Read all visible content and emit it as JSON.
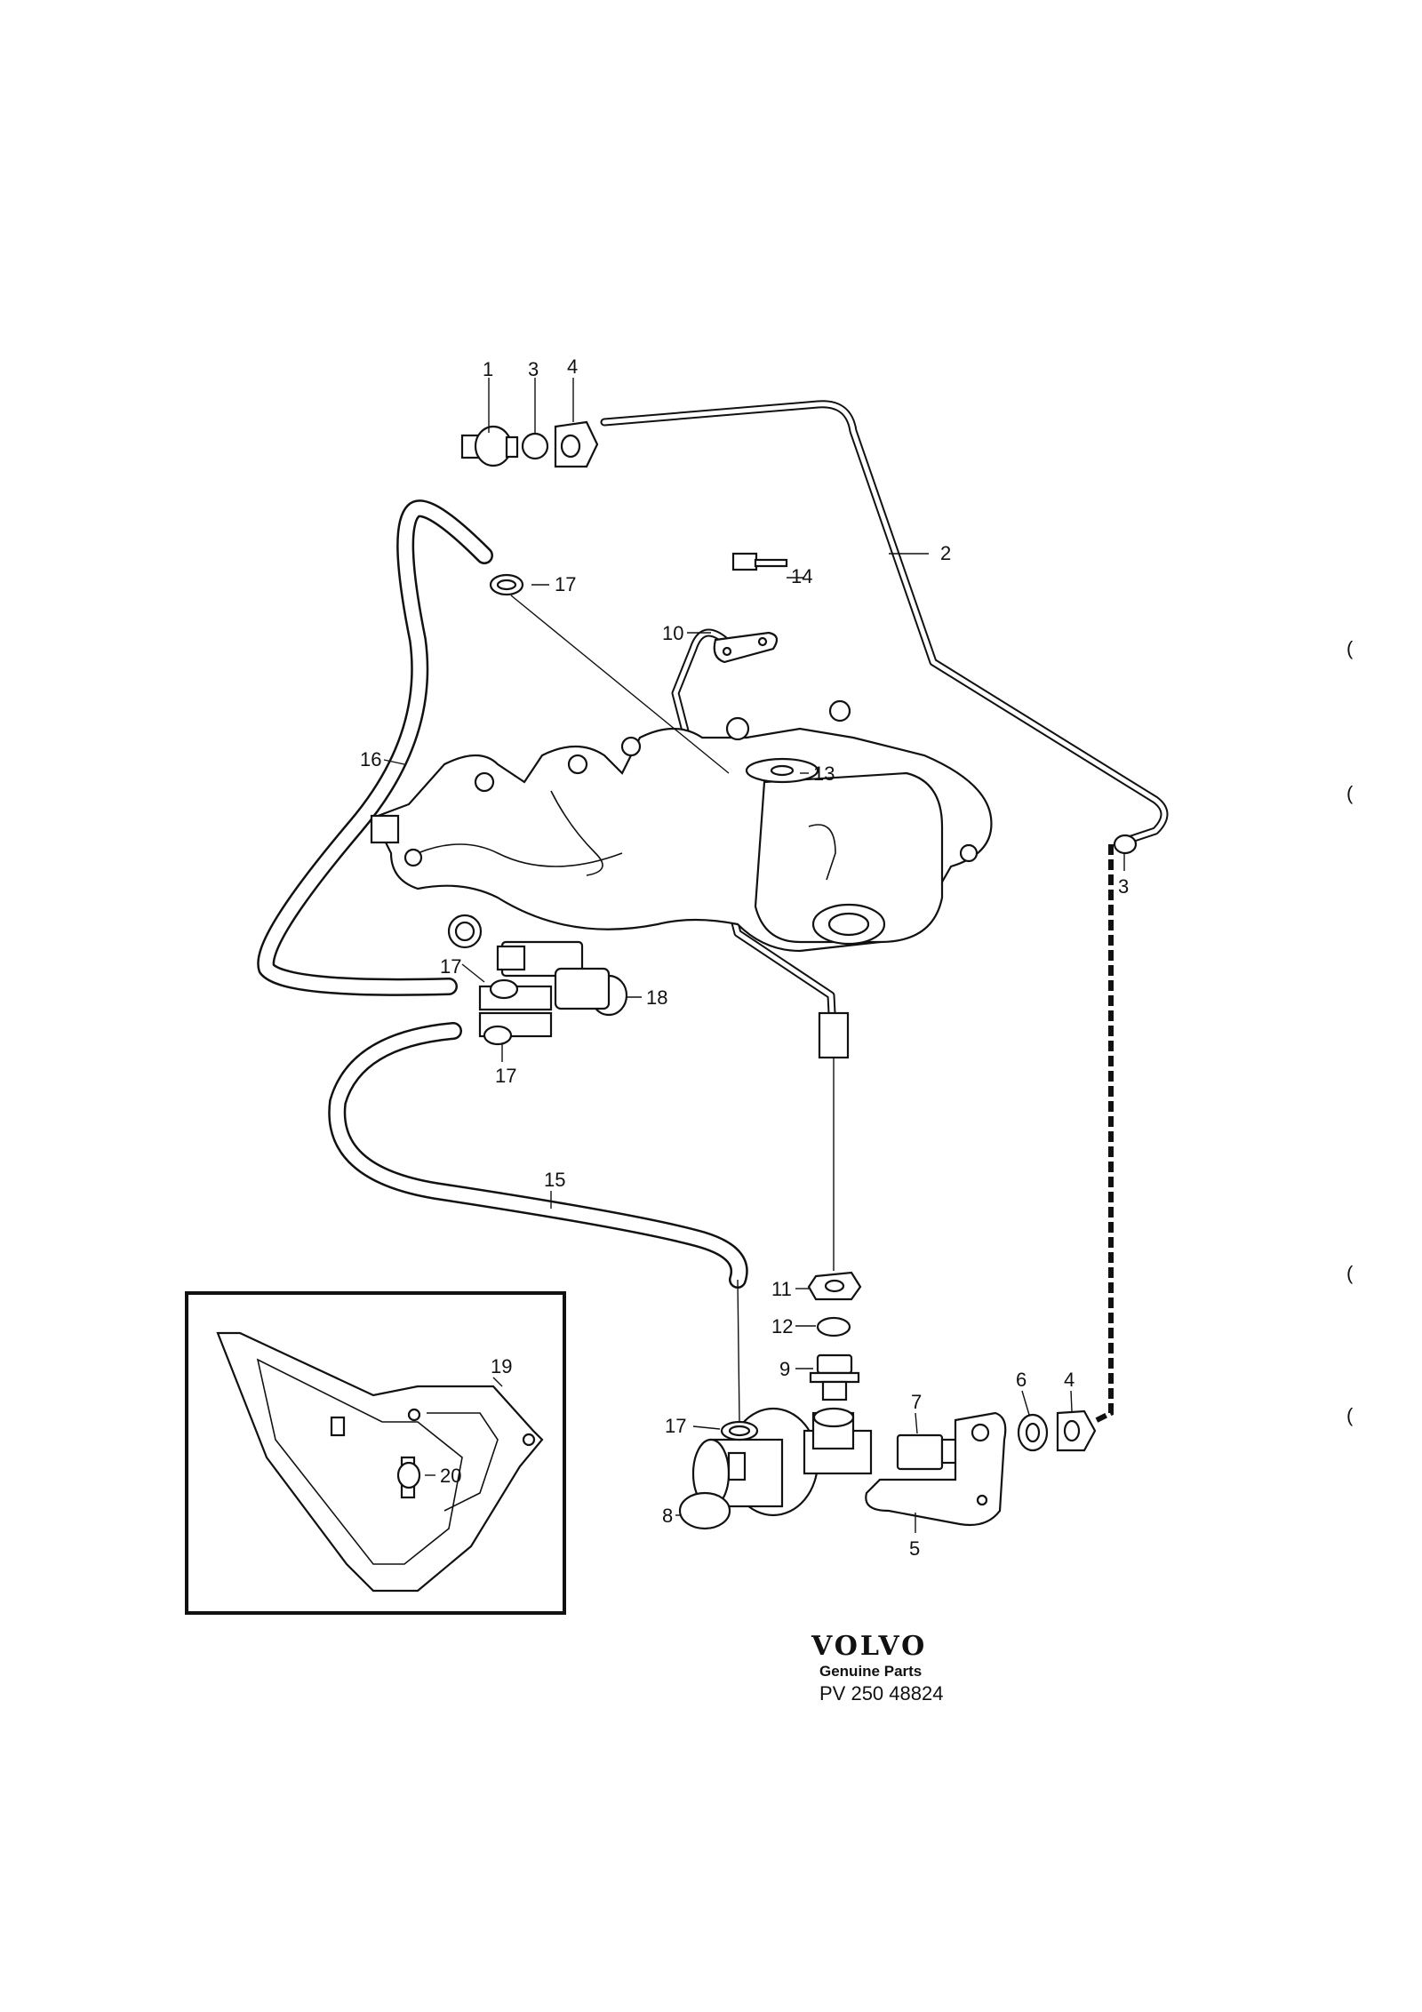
{
  "labels": {
    "p1": "1",
    "p2": "2",
    "p3_top": "3",
    "p3_right": "3",
    "p4_top": "4",
    "p4_bottom": "4",
    "p5": "5",
    "p6": "6",
    "p7": "7",
    "p8": "8",
    "p9": "9",
    "p10": "10",
    "p11": "11",
    "p12": "12",
    "p13": "13",
    "p14": "14",
    "p15": "15",
    "p16": "16",
    "p17_top": "17",
    "p17_mid_left": "17",
    "p17_mid_below": "17",
    "p17_bottom": "17",
    "p18": "18",
    "p19": "19",
    "p20": "20"
  },
  "brand": {
    "name": "VOLVO",
    "tagline": "Genuine Parts",
    "code": "PV 250 48824"
  },
  "margin_marks": [
    "(",
    "(",
    "(",
    "("
  ]
}
